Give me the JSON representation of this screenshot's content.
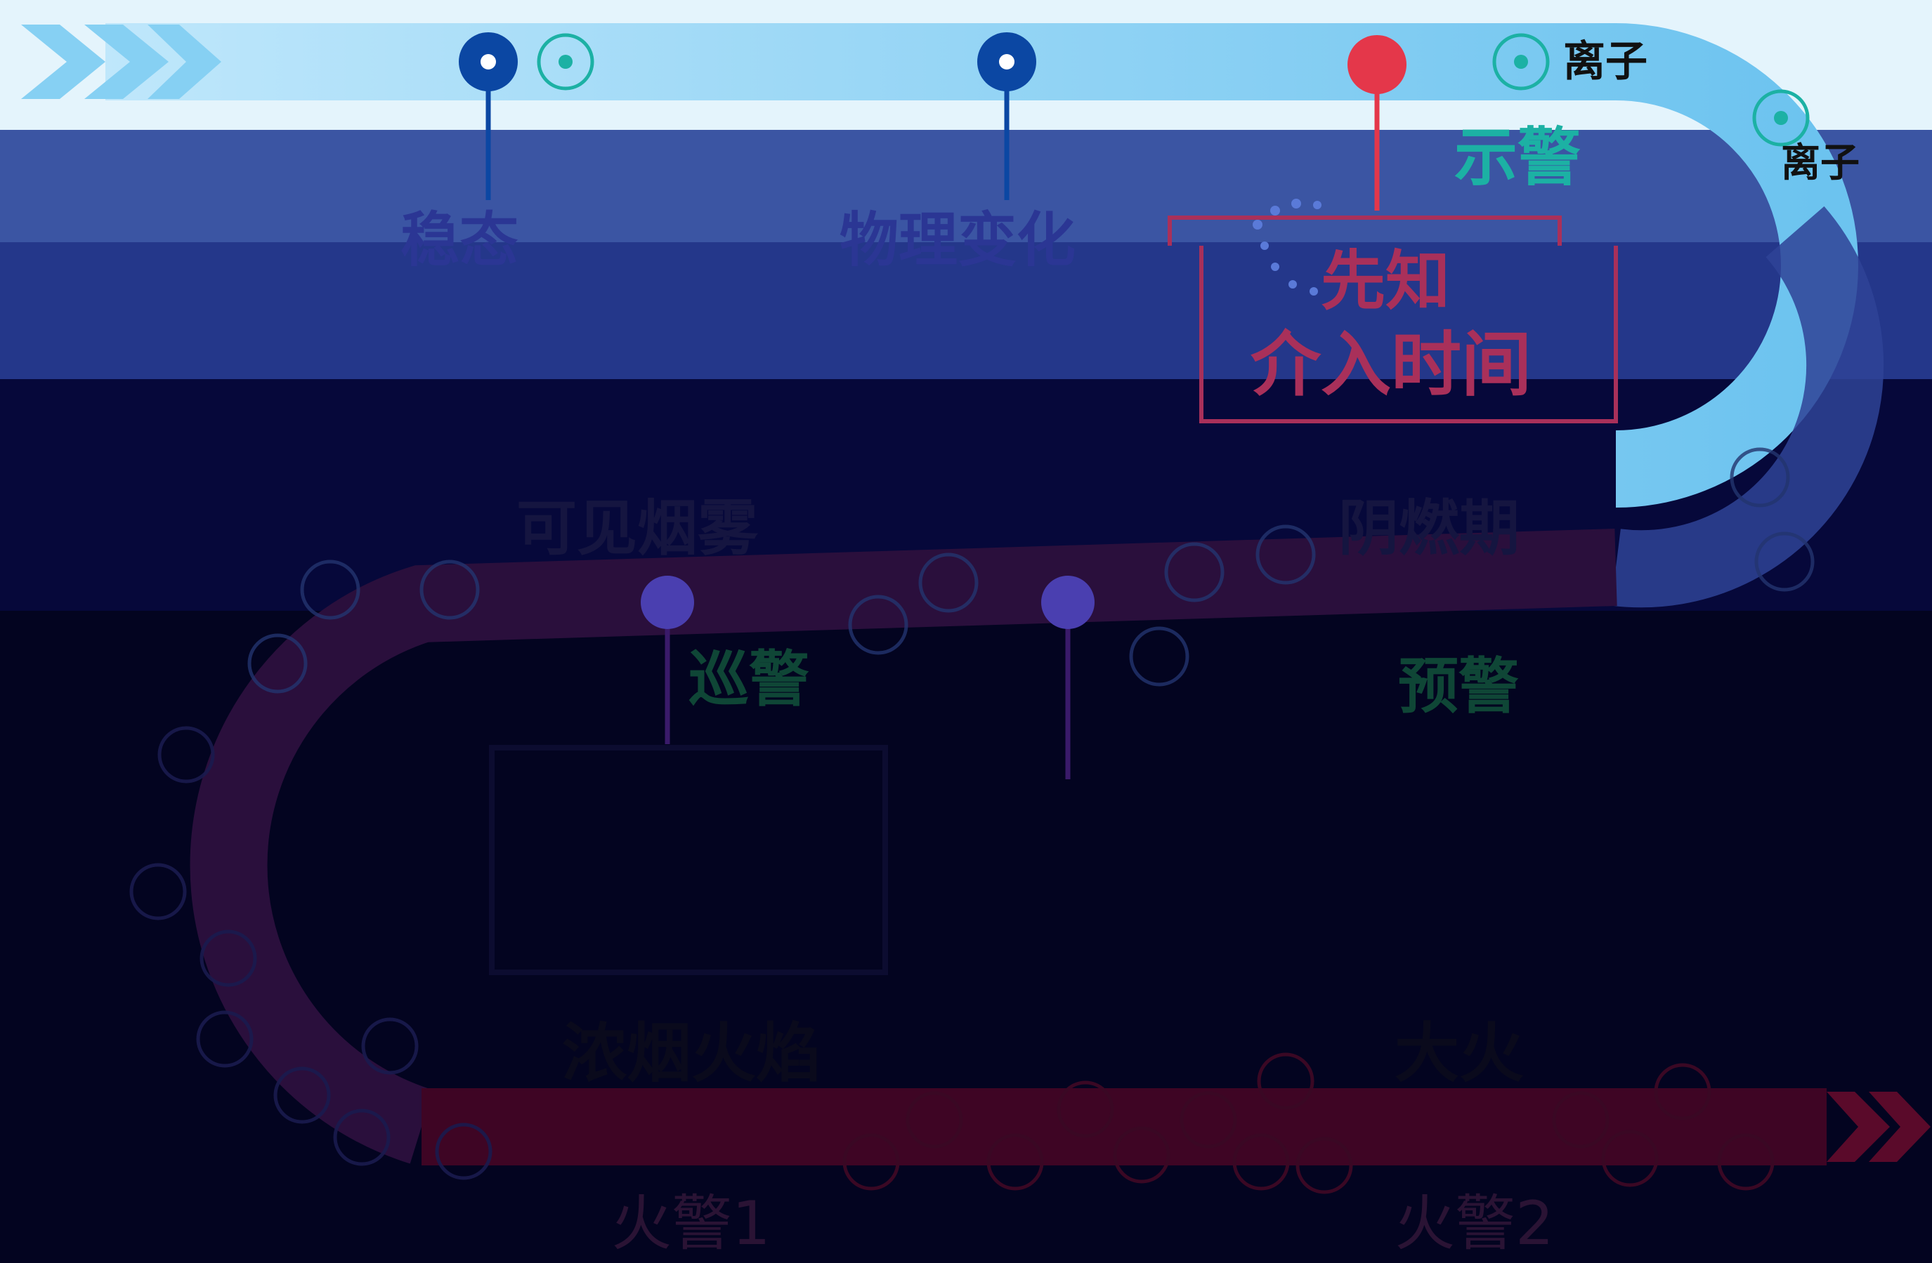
{
  "colors": {
    "band_top": "#e4f4fc",
    "band_2": "#3b55a3",
    "band_3": "#24378a",
    "band_4": "#06083a",
    "band_5": "#030420",
    "track_blue": "#86d0f3",
    "track_mid": "#2f4396",
    "track_dark": "#2a0f3c",
    "track_red": "#3e0524",
    "pin_blue": "#0b47a3",
    "pin_red": "#e4374a",
    "teal": "#1cb1a4",
    "callout_red": "#a9305a",
    "stage_text_dark": "#151540",
    "stage_text_faint": "#0f4636",
    "fire_label": "#2a1334"
  },
  "stages": {
    "steady": "稳态",
    "physical_change": "物理变化",
    "visible_smoke": "可见烟雾",
    "smoldering": "阴燃期",
    "dense_smoke_flame": "浓烟火焰",
    "big_fire": "大火"
  },
  "warnings": {
    "show_warning": "示警",
    "patrol_warning": "巡警",
    "pre_warning": "预警",
    "fire_alarm_1": "火警1",
    "fire_alarm_2": "火警2"
  },
  "ion_labels": {
    "ion_top": "离子",
    "ion_right": "离子"
  },
  "callout": {
    "line1": "先知",
    "line2": "介入时间"
  },
  "icons": {
    "arrow": "chevron-arrow-icon",
    "pin": "location-pin-icon",
    "ion": "ion-particle-icon"
  }
}
